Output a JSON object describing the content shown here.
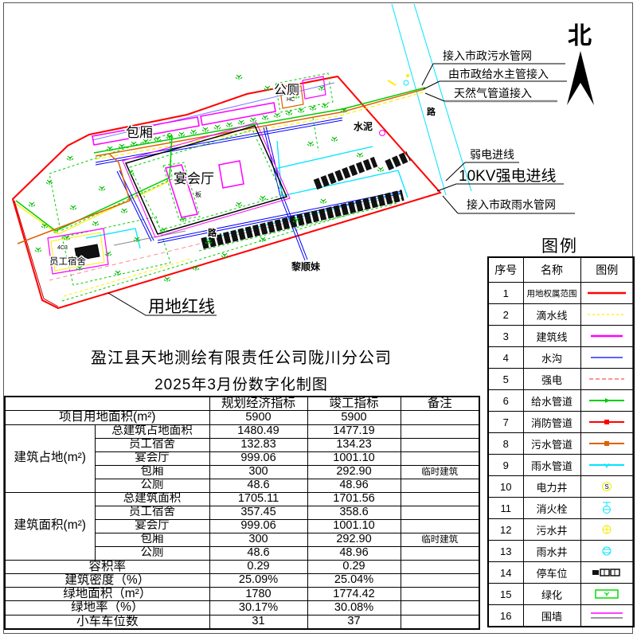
{
  "north": {
    "label": "北"
  },
  "callouts": {
    "sewer_in": "接入市政污水管网",
    "water_in": "由市政给水主管接入",
    "gas_in": "天然气管道接入",
    "weak_power_in": "弱电进线",
    "hv_power_in": "10KV强电进线",
    "rain_in": "接入市政雨水管网",
    "red_line": "用地红线"
  },
  "plan_labels": {
    "toilet": "公厕",
    "rooms": "包厢",
    "hall": "宴会厅",
    "cement": "水泥",
    "dorm": "员工宿舍",
    "road_a": "路",
    "road_b": "路",
    "neighbor": "黎顺妹",
    "tiny_dorm": "4C3",
    "tiny_toilet": "HC",
    "tiny_hall": "板"
  },
  "title": {
    "line1": "盈江县天地测绘有限责任公司陇川分公司",
    "line2": "2025年3月份数字化制图"
  },
  "main_table": {
    "col_headers": [
      "规划经济指标",
      "竣工指标",
      "备注"
    ],
    "land_area": {
      "label": "项目用地面积(m²)",
      "plan": "5900",
      "final": "5900",
      "note": ""
    },
    "footprint": {
      "group": "建筑占地(m²)",
      "items": [
        {
          "label": "总建筑占地面积",
          "plan": "1480.49",
          "final": "1477.19",
          "note": ""
        },
        {
          "label": "员工宿舍",
          "plan": "132.83",
          "final": "134.23",
          "note": ""
        },
        {
          "label": "宴会厅",
          "plan": "999.06",
          "final": "1001.10",
          "note": ""
        },
        {
          "label": "包厢",
          "plan": "300",
          "final": "292.90",
          "note": "临时建筑"
        },
        {
          "label": "公厕",
          "plan": "48.6",
          "final": "48.96",
          "note": ""
        }
      ]
    },
    "floor_area": {
      "group": "建筑面积(m²)",
      "items": [
        {
          "label": "总建筑面积",
          "plan": "1705.11",
          "final": "1701.56",
          "note": ""
        },
        {
          "label": "员工宿舍",
          "plan": "357.45",
          "final": "358.6",
          "note": ""
        },
        {
          "label": "宴会厅",
          "plan": "999.06",
          "final": "1001.10",
          "note": ""
        },
        {
          "label": "包厢",
          "plan": "300",
          "final": "292.90",
          "note": "临时建筑"
        },
        {
          "label": "公厕",
          "plan": "48.6",
          "final": "48.96",
          "note": ""
        }
      ]
    },
    "far": {
      "label": "容积率",
      "plan": "0.29",
      "final": "0.29",
      "note": ""
    },
    "density": {
      "label": "建筑密度（%）",
      "plan": "25.09%",
      "final": "25.04%",
      "note": ""
    },
    "green_area": {
      "label": "绿地面积（m²）",
      "plan": "1780",
      "final": "1774.42",
      "note": ""
    },
    "green_rate": {
      "label": "绿地率（%）",
      "plan": "30.17%",
      "final": "30.08%",
      "note": ""
    },
    "parking": {
      "label": "小车车位数",
      "plan": "31",
      "final": "37",
      "note": ""
    }
  },
  "legend": {
    "title": "图例",
    "headers": [
      "序号",
      "名称",
      "图例"
    ],
    "rows": [
      {
        "no": "1",
        "name": "用地权属范围"
      },
      {
        "no": "2",
        "name": "滴水线"
      },
      {
        "no": "3",
        "name": "建筑线"
      },
      {
        "no": "4",
        "name": "水沟"
      },
      {
        "no": "5",
        "name": "强电"
      },
      {
        "no": "6",
        "name": "给水管道"
      },
      {
        "no": "7",
        "name": "消防管道"
      },
      {
        "no": "8",
        "name": "污水管道"
      },
      {
        "no": "9",
        "name": "雨水管道"
      },
      {
        "no": "10",
        "name": "电力井"
      },
      {
        "no": "11",
        "name": "消火栓"
      },
      {
        "no": "12",
        "name": "污水井"
      },
      {
        "no": "13",
        "name": "雨水井"
      },
      {
        "no": "14",
        "name": "停车位"
      },
      {
        "no": "15",
        "name": "绿化"
      },
      {
        "no": "16",
        "name": "围墙"
      }
    ]
  },
  "colors": {
    "boundary": "#ff0000",
    "building": "#ff00ff",
    "water_pipe": "#00cc00",
    "ditch": "#0000ff",
    "rain_pipe": "#00e5ff",
    "sewage_pipe": "#e06000",
    "drip_line": "#ffee00",
    "power_line": "#ff8a8a"
  }
}
